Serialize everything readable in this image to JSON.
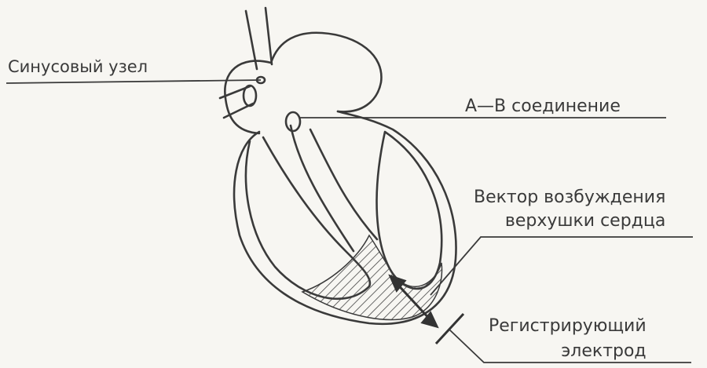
{
  "labels": {
    "sinus_node": "Синусовый узел",
    "av_junction": "А—В соединение",
    "vector_line1": "Вектор возбуждения",
    "vector_line2": "верхушки сердца",
    "electrode_line1": "Регистрирующий",
    "electrode_line2": "электрод"
  }
}
